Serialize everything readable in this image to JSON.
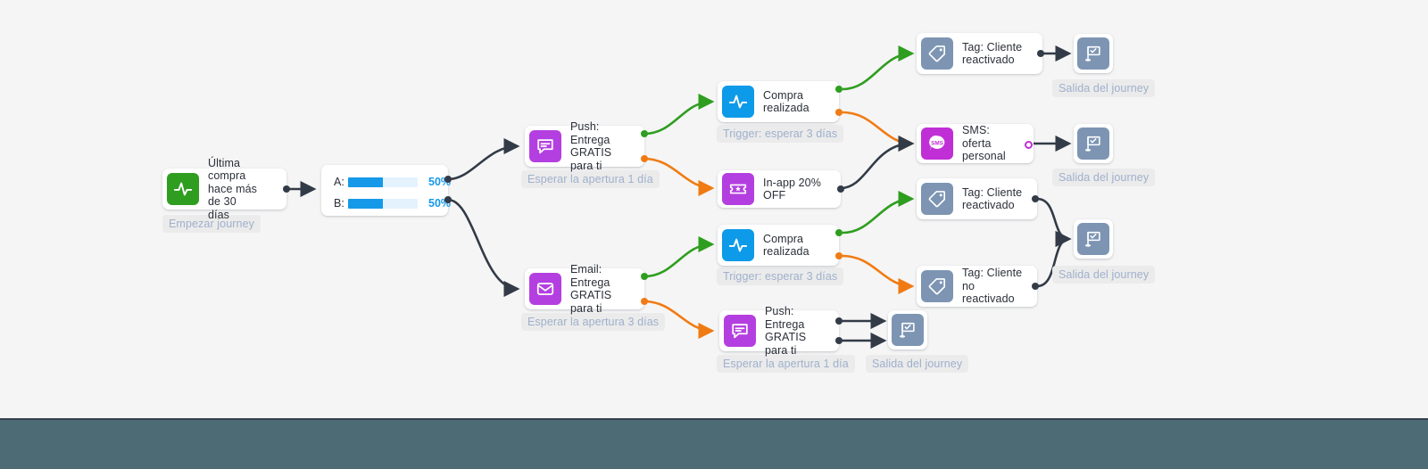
{
  "canvas": {
    "background": "#f5f5f5",
    "footer_color": "#4c6b74"
  },
  "nodes": [
    {
      "id": "start",
      "type": "trigger",
      "icon": "pulse-icon",
      "icon_color": "#2f9e20",
      "label": "Última compra\nhace más de 30\ndías",
      "caption": "Empezar journey"
    },
    {
      "id": "push_top",
      "type": "message",
      "icon": "push-chat-icon",
      "icon_color": "#b43fe0",
      "label": "Push: Entrega\nGRATIS para ti",
      "caption": "Esperar la apertura 1 día"
    },
    {
      "id": "email",
      "type": "message",
      "icon": "envelope-icon",
      "icon_color": "#b43fe0",
      "label": "Email: Entrega\nGRATIS para ti",
      "caption": "Esperar la apertura 3 días"
    },
    {
      "id": "purchase_top",
      "type": "trigger",
      "icon": "pulse-icon",
      "icon_color": "#0d9ae8",
      "label": "Compra\nrealizada",
      "caption": "Trigger: esperar 3 días"
    },
    {
      "id": "inapp",
      "type": "message",
      "icon": "ticket-star-icon",
      "icon_color": "#b43fe0",
      "label": "In-app 20% OFF",
      "caption": ""
    },
    {
      "id": "purchase_bot",
      "type": "trigger",
      "icon": "pulse-icon",
      "icon_color": "#0d9ae8",
      "label": "Compra\nrealizada",
      "caption": "Trigger: esperar 3 días"
    },
    {
      "id": "push_bot",
      "type": "message",
      "icon": "push-chat-icon",
      "icon_color": "#b43fe0",
      "label": "Push: Entrega\nGRATIS para ti",
      "caption": "Esperar la apertura 1 día"
    },
    {
      "id": "tag_top",
      "type": "tag",
      "icon": "tag-icon",
      "icon_color": "#7d95b3",
      "label": "Tag: Cliente\nreactivado",
      "caption": ""
    },
    {
      "id": "sms",
      "type": "message",
      "icon": "sms-icon",
      "icon_color": "#c02fd6",
      "label": "SMS: oferta\npersonal",
      "caption": ""
    },
    {
      "id": "tag_mid",
      "type": "tag",
      "icon": "tag-icon",
      "icon_color": "#7d95b3",
      "label": "Tag: Cliente\nreactivado",
      "caption": ""
    },
    {
      "id": "tag_no",
      "type": "tag",
      "icon": "tag-icon",
      "icon_color": "#7d95b3",
      "label": "Tag: Cliente no\nreactivado",
      "caption": ""
    },
    {
      "id": "exit_1",
      "type": "exit",
      "icon": "flag-check-icon",
      "icon_color": "#7d95b3",
      "label": "",
      "caption": "Salida del journey"
    },
    {
      "id": "exit_2",
      "type": "exit",
      "icon": "flag-check-icon",
      "icon_color": "#7d95b3",
      "label": "",
      "caption": "Salida del journey"
    },
    {
      "id": "exit_3",
      "type": "exit",
      "icon": "flag-check-icon",
      "icon_color": "#7d95b3",
      "label": "",
      "caption": "Salida del journey"
    },
    {
      "id": "exit_4",
      "type": "exit",
      "icon": "flag-check-icon",
      "icon_color": "#7d95b3",
      "label": "",
      "caption": "Salida del journey"
    }
  ],
  "split": {
    "rows": [
      {
        "key": "A:",
        "percent": "50%",
        "fill": 50
      },
      {
        "key": "B:",
        "percent": "50%",
        "fill": 50
      }
    ],
    "bar_color": "#1699e8",
    "track_color": "#e3f2fd"
  },
  "edge_colors": {
    "default": "#323b47",
    "success": "#2f9e20",
    "alternate": "#f07b13"
  }
}
